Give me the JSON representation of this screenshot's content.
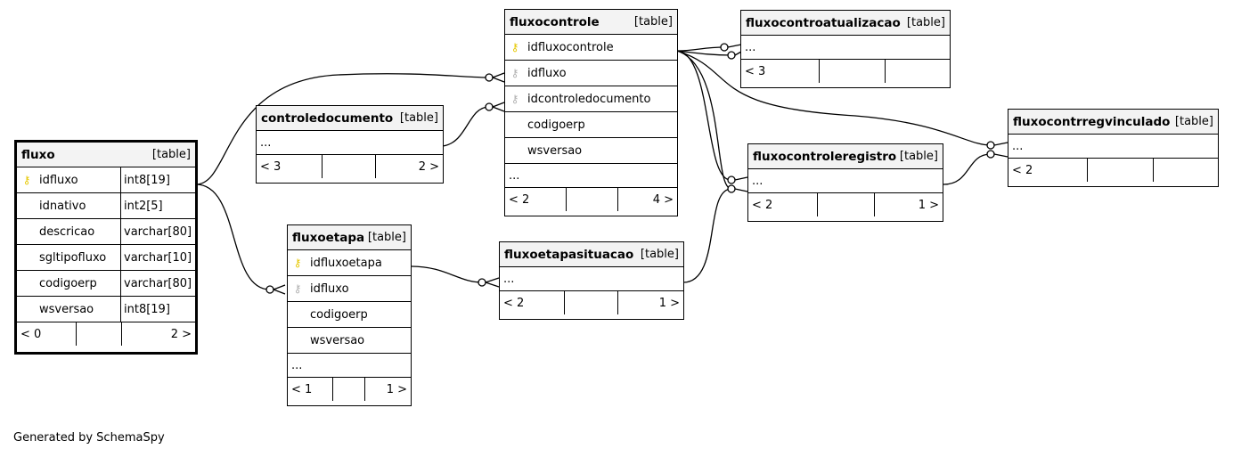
{
  "footer": "Generated by SchemaSpy",
  "tables": {
    "fluxo": {
      "name": "fluxo",
      "tag": "[table]",
      "columns": [
        {
          "name": "idfluxo",
          "type": "int8[19]",
          "key": "pk"
        },
        {
          "name": "idnativo",
          "type": "int2[5]",
          "key": ""
        },
        {
          "name": "descricao",
          "type": "varchar[80]",
          "key": ""
        },
        {
          "name": "sgltipofluxo",
          "type": "varchar[10]",
          "key": ""
        },
        {
          "name": "codigoerp",
          "type": "varchar[80]",
          "key": ""
        },
        {
          "name": "wsversao",
          "type": "int8[19]",
          "key": ""
        }
      ],
      "footer": {
        "left": "< 0",
        "mid": "",
        "right": "2 >"
      }
    },
    "fluxocontrole": {
      "name": "fluxocontrole",
      "tag": "[table]",
      "columns": [
        {
          "name": "idfluxocontrole",
          "key": "pk"
        },
        {
          "name": "idfluxo",
          "key": "fk"
        },
        {
          "name": "idcontroledocumento",
          "key": "fk"
        },
        {
          "name": "codigoerp",
          "key": ""
        },
        {
          "name": "wsversao",
          "key": ""
        }
      ],
      "ellipsis": "...",
      "footer": {
        "left": "< 2",
        "mid": "",
        "right": "4 >"
      }
    },
    "controledocumento": {
      "name": "controledocumento",
      "tag": "[table]",
      "ellipsis": "...",
      "footer": {
        "left": "< 3",
        "mid": "",
        "right": "2 >"
      }
    },
    "fluxoetapa": {
      "name": "fluxoetapa",
      "tag": "[table]",
      "columns": [
        {
          "name": "idfluxoetapa",
          "key": "pk"
        },
        {
          "name": "idfluxo",
          "key": "fk"
        },
        {
          "name": "codigoerp",
          "key": ""
        },
        {
          "name": "wsversao",
          "key": ""
        }
      ],
      "ellipsis": "...",
      "footer": {
        "left": "< 1",
        "mid": "",
        "right": "1 >"
      }
    },
    "fluxoetapasituacao": {
      "name": "fluxoetapasituacao",
      "tag": "[table]",
      "ellipsis": "...",
      "footer": {
        "left": "< 2",
        "mid": "",
        "right": "1 >"
      }
    },
    "fluxocontroatualizacao": {
      "name": "fluxocontroatualizacao",
      "tag": "[table]",
      "ellipsis": "...",
      "footer": {
        "left": "< 3",
        "mid": "",
        "right": ""
      }
    },
    "fluxocontroleregistro": {
      "name": "fluxocontroleregistro",
      "tag": "[table]",
      "ellipsis": "...",
      "footer": {
        "left": "< 2",
        "mid": "",
        "right": "1 >"
      }
    },
    "fluxocontrregvinculado": {
      "name": "fluxocontrregvinculado",
      "tag": "[table]",
      "ellipsis": "...",
      "footer": {
        "left": "< 2",
        "mid": "",
        "right": ""
      }
    }
  },
  "relationships": [
    {
      "from": "fluxo.idfluxo",
      "to": "fluxocontrole.idfluxo"
    },
    {
      "from": "fluxo.idfluxo",
      "to": "fluxoetapa.idfluxo"
    },
    {
      "from": "controledocumento",
      "to": "fluxocontrole.idcontroledocumento"
    },
    {
      "from": "fluxocontrole.idfluxocontrole",
      "to": "fluxocontroatualizacao"
    },
    {
      "from": "fluxocontrole.idfluxocontrole",
      "to": "fluxocontroleregistro"
    },
    {
      "from": "fluxocontrole.idfluxocontrole",
      "to": "fluxocontrregvinculado"
    },
    {
      "from": "fluxoetapa.idfluxoetapa",
      "to": "fluxoetapasituacao"
    },
    {
      "from": "fluxoetapasituacao",
      "to": "fluxocontroleregistro"
    },
    {
      "from": "fluxocontroleregistro",
      "to": "fluxocontrregvinculado"
    }
  ]
}
